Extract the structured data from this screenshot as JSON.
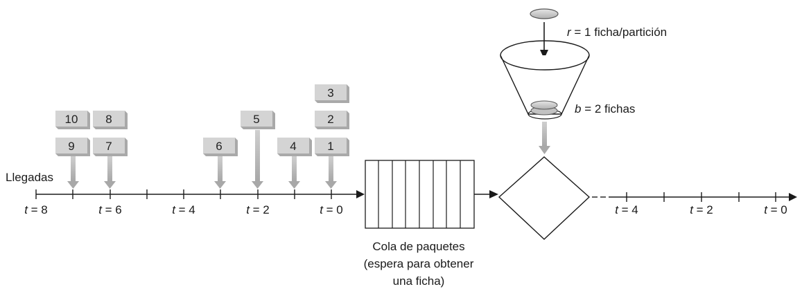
{
  "arrivals_label": "Llegadas",
  "left_timeline": {
    "ticks": [
      {
        "t": "t",
        "eq": " = 8"
      },
      {
        "t": "t",
        "eq": " = 6"
      },
      {
        "t": "t",
        "eq": " = 4"
      },
      {
        "t": "t",
        "eq": " = 2"
      },
      {
        "t": "t",
        "eq": " = 0"
      }
    ]
  },
  "right_timeline": {
    "ticks": [
      {
        "t": "t",
        "eq": " = 4"
      },
      {
        "t": "t",
        "eq": " = 2"
      },
      {
        "t": "t",
        "eq": " = 0"
      }
    ]
  },
  "packets": {
    "slot_a_bottom": "9",
    "slot_a_top": "10",
    "slot_b_bottom": "7",
    "slot_b_top": "8",
    "slot_c": "6",
    "slot_d": "5",
    "slot_e": "4",
    "slot_f_bottom": "1",
    "slot_f_middle": "2",
    "slot_f_top": "3"
  },
  "queue": {
    "caption_line1": "Cola de paquetes",
    "caption_line2": "(espera para obtener",
    "caption_line3": "una ficha)"
  },
  "bucket": {
    "rate_var": "r",
    "rate_text": " = 1 ficha/partición",
    "size_var": "b",
    "size_text": " = 2 fichas"
  },
  "colors": {
    "packet_face": "#d4d4d4",
    "packet_shadow": "#a9a9a9",
    "arrow_gray": "#b5b5b5",
    "line": "#1a1a1a"
  }
}
